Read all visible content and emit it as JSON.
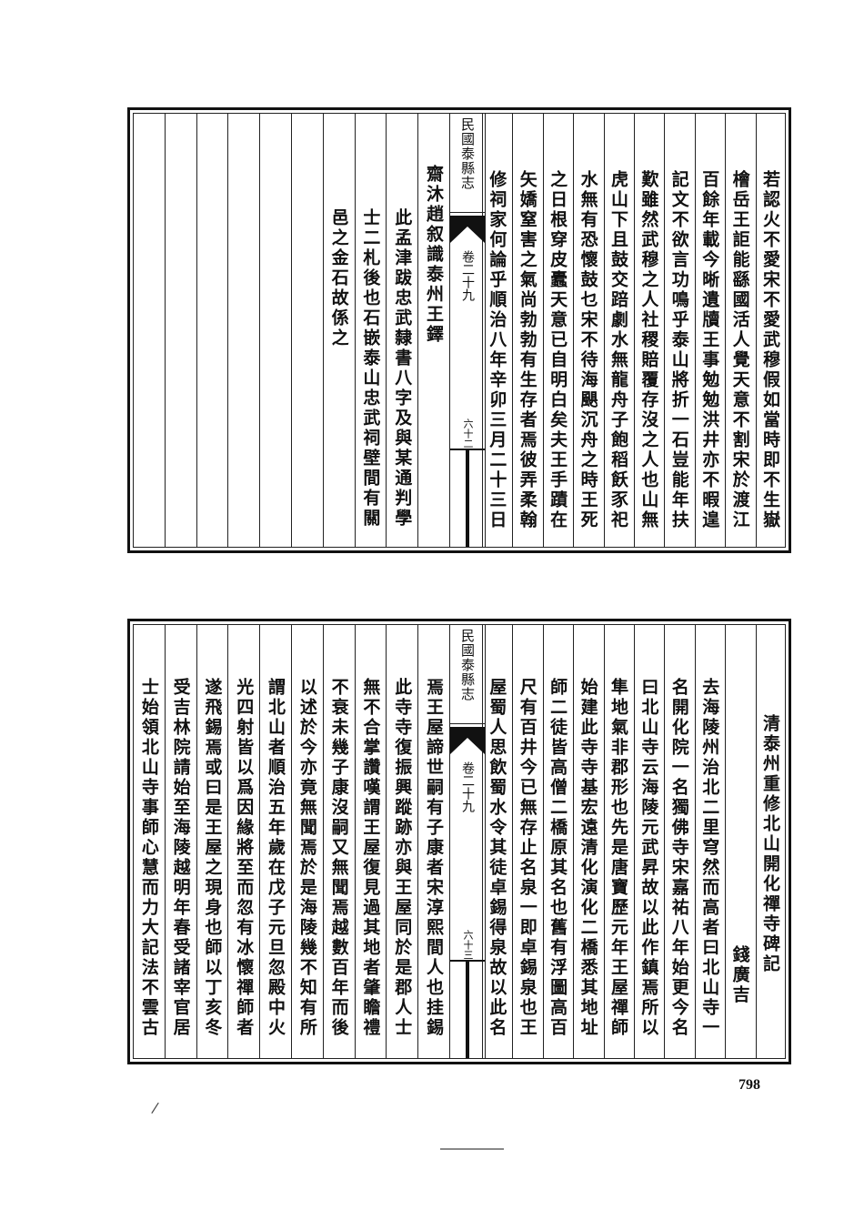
{
  "pages": [
    {
      "center": {
        "title": "民國泰縣志",
        "volume": "卷二十九",
        "page": "六十二"
      },
      "right_columns": [
        "若認火不愛宋不愛武穆假如當時即不生嶽",
        "檜岳王詎能繇國活人覺天意不割宋於渡江",
        "百餘年載今晰遺牘王事勉勉洪井亦不暇遑",
        "記文不欲言功鳴乎泰山將折一石豈能年扶",
        "歎雖然武穆之人社稷賠覆存沒之人也山無",
        "虎山下且鼓交踣劇水無龍舟子飽稻飫豕祀",
        "水無有恐懷鼓乜宋不待海颶沉舟之時王死",
        "之日根穿皮蠹天意已自明白矣夫王手蹟在",
        "矢嬌窒害之氣尚勃勃有生存者焉彼弄柔翰",
        "修祠家何論乎順治八年辛卯三月二十三日"
      ],
      "left_columns": [
        "齋沐趙叙識泰州王鐸",
        "此孟津跋忠武隸書八字及與某通判學",
        "士二札後也石嵌泰山忠武祠壁間有關",
        "邑之金石故係之",
        "",
        "",
        "",
        "",
        "",
        ""
      ]
    },
    {
      "center": {
        "title": "民國泰縣志",
        "volume": "卷二十九",
        "page": "六十三"
      },
      "right_columns": [
        "清泰州重修北山開化禪寺碑記",
        "錢廣吉",
        "去海陵州治北二里穹然而高者曰北山寺一",
        "名開化院一名獨佛寺宋嘉祐八年始更今名",
        "曰北山寺云海陵元武昇故以此作鎮焉所以",
        "隼地氣非郡形也先是唐寶歷元年王屋禪師",
        "始建此寺寺基宏遠清化演化二橋悉其地址",
        "師二徒皆高僧二橋原其名也舊有浮圖高百",
        "尺有百井今已無存止名泉一即卓錫泉也王",
        "屋蜀人思飲蜀水令其徒卓錫得泉故以此名"
      ],
      "left_columns": [
        "焉王屋諦世嗣有子康者宋淳熙間人也挂錫",
        "此寺寺復振興蹤跡亦與王屋同於是郡人士",
        "無不合掌讚嘆謂王屋復見過其地者肇瞻禮",
        "不衰未幾子康沒嗣又無聞焉越數百年而後",
        "以述於今亦竟無聞焉於是海陵幾不知有所",
        "謂北山者順治五年歲在戊子元旦忽殿中火",
        "光四射皆以爲因緣將至而忽有冰懷禪師者",
        "遂飛錫焉或曰是王屋之現身也師以丁亥冬",
        "受吉林院請始至海陵越明年春受諸宰官居",
        "士始領北山寺事師心慧而力大記法不雲古"
      ]
    }
  ],
  "footer": {
    "page_number": "798",
    "stray_mark": "/"
  }
}
